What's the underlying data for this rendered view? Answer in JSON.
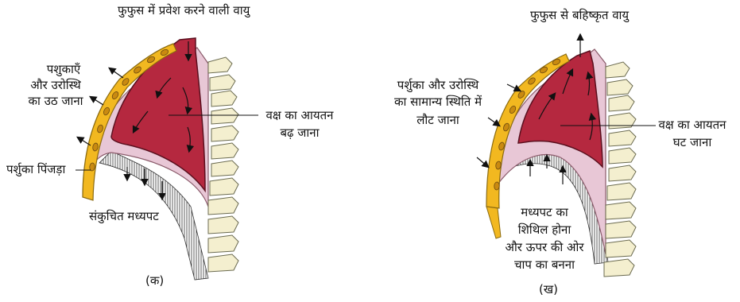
{
  "panel_a": {
    "top_label": "फुफुस में प्रवेश करने वाली वायु",
    "ribs_label_1": "पशुकाएँ",
    "ribs_label_2": "और उरोस्थि",
    "ribs_label_3": "का उठ जाना",
    "cage_label": "पर्शुका पिंजड़ा",
    "volume_label_1": "वक्ष का आयतन",
    "volume_label_2": "बढ़ जाना",
    "diaphragm_label": "संकुचित मध्यपट",
    "caption": "(क)"
  },
  "panel_b": {
    "top_label": "फुफुस से बहिष्कृत वायु",
    "ribs_label_1": "पर्शुका और उरोस्थि",
    "ribs_label_2": "का सामान्य स्थिति में",
    "ribs_label_3": "लौट जाना",
    "volume_label_1": "वक्ष का आयतन",
    "volume_label_2": "घट जाना",
    "diaphragm_label_1": "मध्यपट का",
    "diaphragm_label_2": "शिथिल होना",
    "diaphragm_label_3": "और ऊपर की ओर",
    "diaphragm_label_4": "चाप का बनना",
    "caption": "(ख)"
  },
  "colors": {
    "lung": "#b5283f",
    "lung_outline": "#5a0f1e",
    "pleura": "#e8c7d6",
    "rib_yellow": "#f2b820",
    "rib_hole": "#c98a10",
    "bone": "#f4efcf",
    "bone_outline": "#6b6b50",
    "diaphragm": "#dedede"
  }
}
